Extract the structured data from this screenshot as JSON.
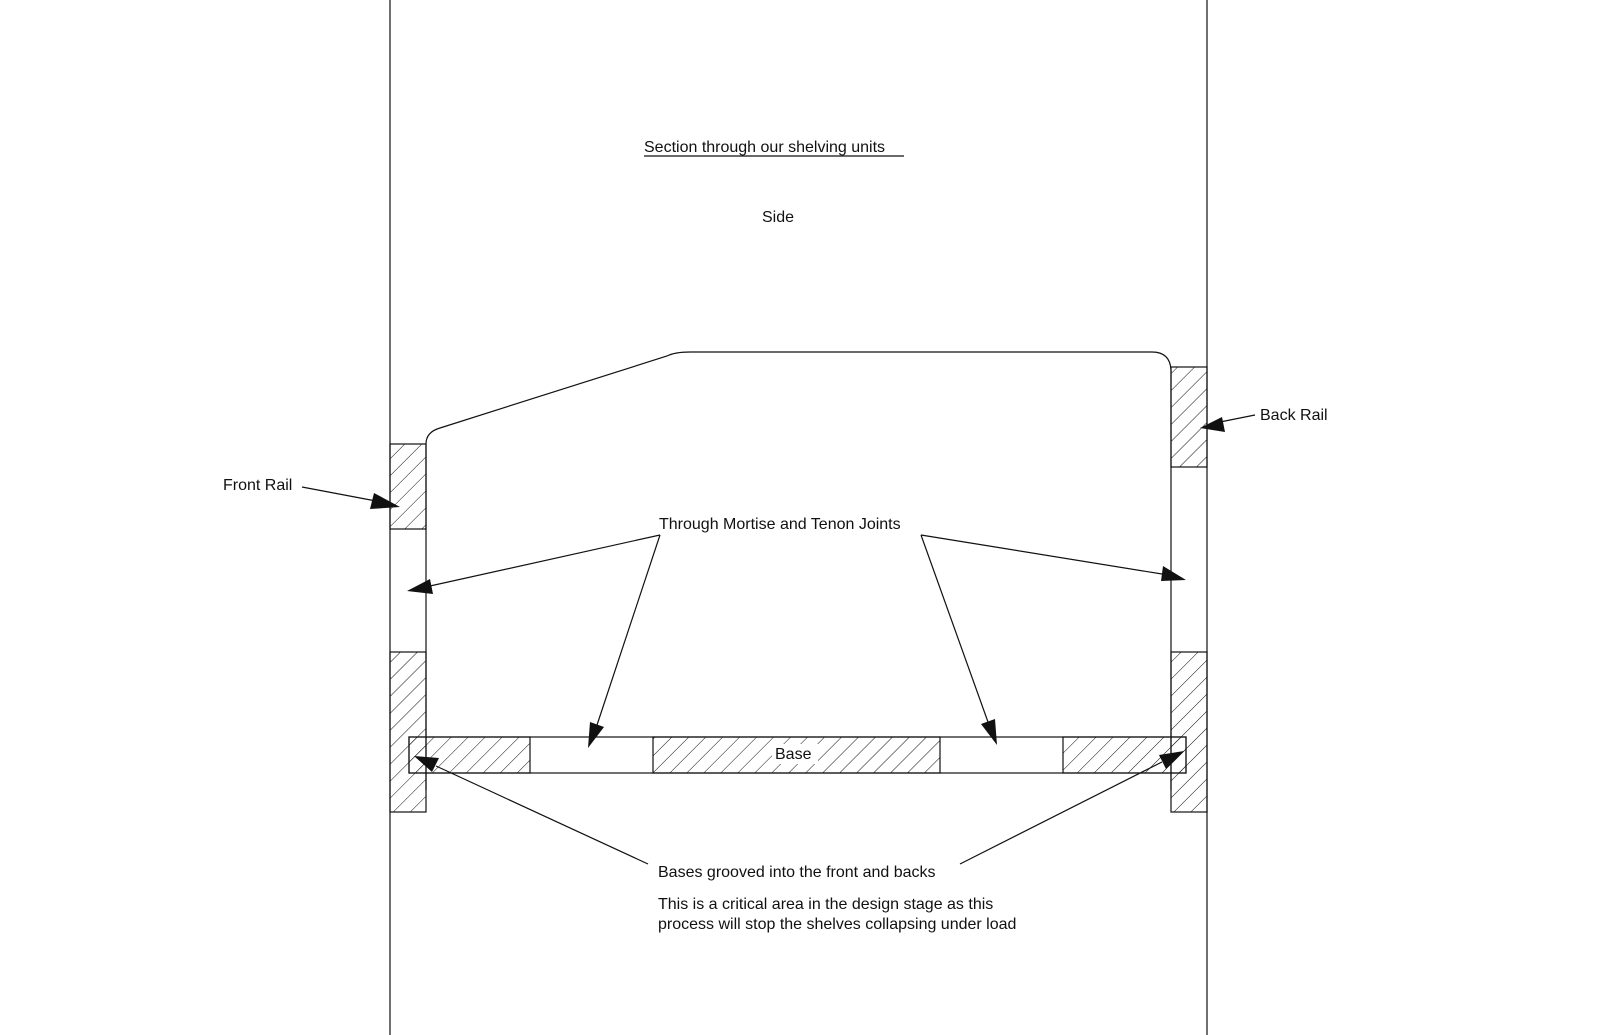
{
  "drawing": {
    "title": "Section through our shelving units",
    "side_label": "Side",
    "front_rail_label": "Front Rail",
    "back_rail_label": "Back Rail",
    "joints_label": "Through Mortise and Tenon Joints",
    "base_label": "Base",
    "grooved_label": "Bases grooved into the front and backs",
    "note_line1": "This is a critical area in the design stage as this",
    "note_line2": "process will stop the shelves collapsing under load"
  },
  "colors": {
    "line": "#111111",
    "background": "#ffffff"
  }
}
